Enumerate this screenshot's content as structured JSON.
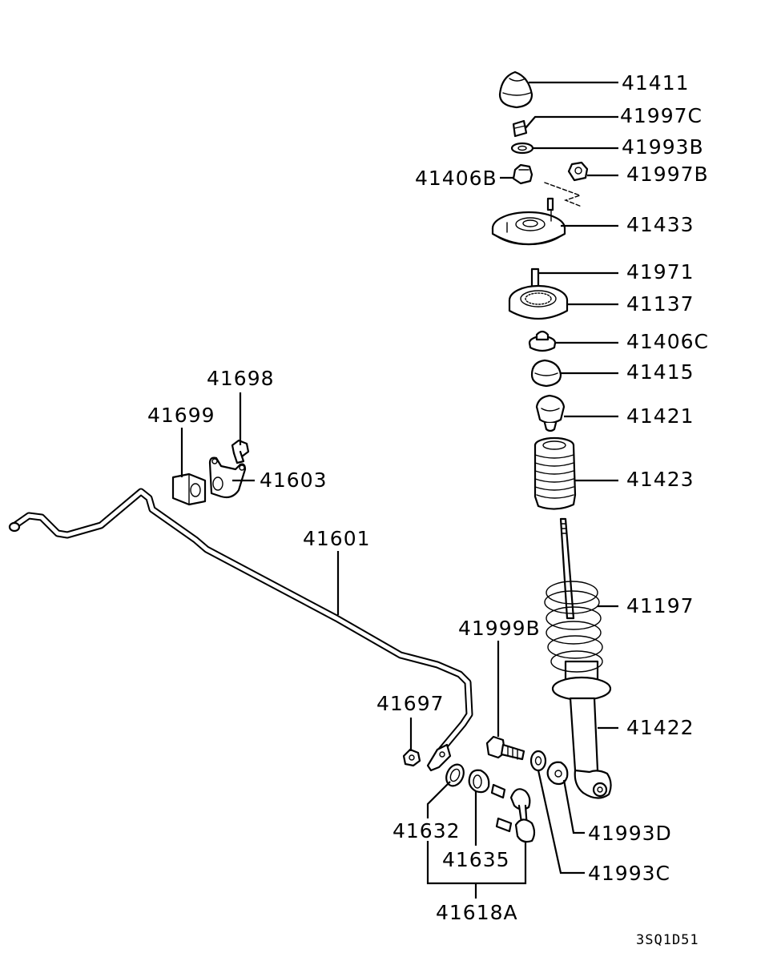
{
  "diagram": {
    "part_labels": {
      "p41411": "41411",
      "p41997C": "41997C",
      "p41993B": "41993B",
      "p41406B": "41406B",
      "p41997B": "41997B",
      "p41433": "41433",
      "p41971": "41971",
      "p41137": "41137",
      "p41406C": "41406C",
      "p41415": "41415",
      "p41421": "41421",
      "p41423": "41423",
      "p41197": "41197",
      "p41422": "41422",
      "p41993D": "41993D",
      "p41993C": "41993C",
      "p41999B": "41999B",
      "p41697": "41697",
      "p41632": "41632",
      "p41635": "41635",
      "p41618A": "41618A",
      "p41601": "41601",
      "p41698": "41698",
      "p41699": "41699",
      "p41603": "41603"
    },
    "drawing_code": "3SQ1D51"
  }
}
